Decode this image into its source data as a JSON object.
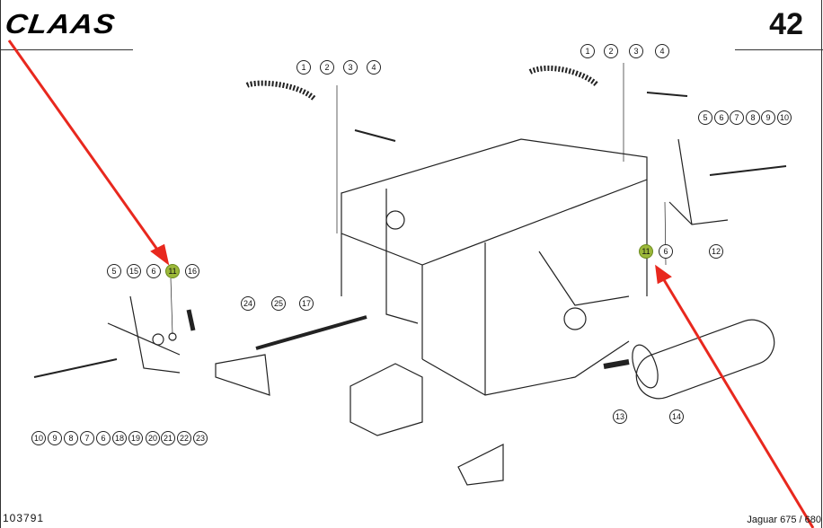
{
  "header": {
    "brand": "CLAAS",
    "page_number": "42"
  },
  "footer": {
    "document_number": "103791",
    "model": "Jaguar 675 / 680"
  },
  "callouts": [
    "1",
    "2",
    "3",
    "4",
    "1",
    "2",
    "3",
    "4",
    "5",
    "6",
    "7",
    "8",
    "9",
    "10",
    "11",
    "6",
    "12",
    "13",
    "14",
    "5",
    "15",
    "6",
    "11",
    "16",
    "24",
    "25",
    "17",
    "10",
    "9",
    "8",
    "7",
    "6",
    "18",
    "19",
    "20",
    "21",
    "22",
    "23"
  ],
  "highlight_color": "#9cb83a",
  "annotation_color": "#e8281e"
}
